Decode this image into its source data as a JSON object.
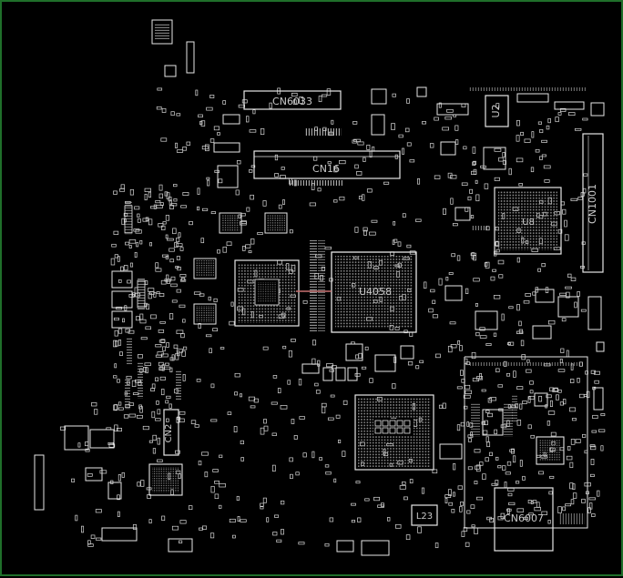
{
  "labels": {
    "cn6033": "CN6033",
    "cn16": "CN16",
    "u2": "U2",
    "u8": "U8",
    "cn1001": "CN1001",
    "u4058": "U4058",
    "cn2": "CN2",
    "l23": "L23",
    "cn6007": "CN6007"
  },
  "colors": {
    "background": "#000000",
    "frame": "#1f6f2a",
    "outline": "#e6e6e6",
    "trace": "#c87070"
  }
}
